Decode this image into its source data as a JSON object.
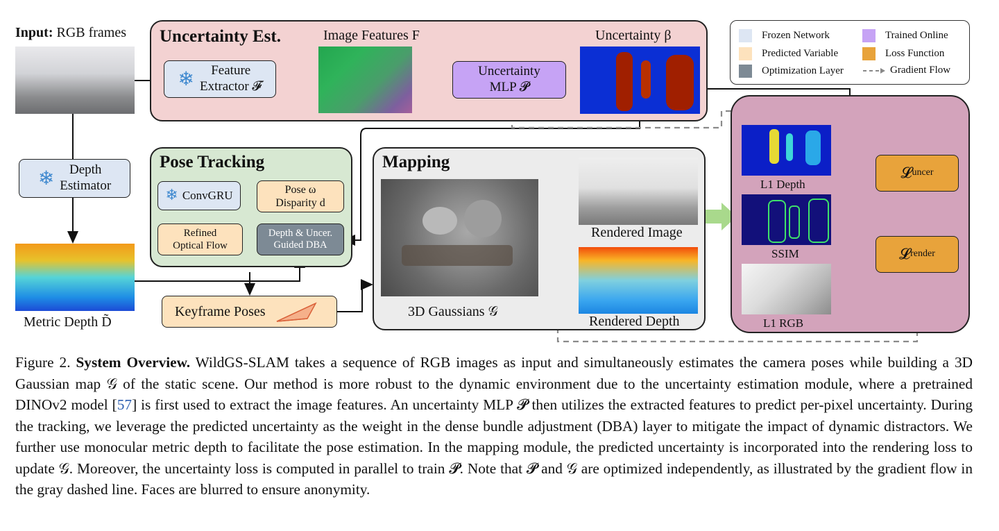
{
  "input": {
    "bold": "Input:",
    "text": " RGB frames"
  },
  "metric_depth_label": "Metric Depth  D̃",
  "depth_estimator": {
    "line1": "Depth",
    "line2": "Estimator"
  },
  "uncertainty_panel": {
    "title": "Uncertainty Est.",
    "feature_extractor": {
      "line1": "Feature",
      "line2": "Extractor 𝓕"
    },
    "image_features_label": "Image Features  F",
    "mlp": {
      "line1": "Uncertainty",
      "line2": "MLP  𝓟"
    },
    "uncertainty_label": "Uncertainty  β"
  },
  "pose_panel": {
    "title": "Pose Tracking",
    "convgru": "ConvGRU",
    "pose_disp": {
      "line1": "Pose ω",
      "line2": "Disparity d"
    },
    "refined": {
      "line1": "Refined",
      "line2": "Optical Flow"
    },
    "dba": {
      "line1": "Depth & Uncer.",
      "line2": "Guided DBA"
    }
  },
  "keyframe_poses": "Keyframe Poses",
  "mapping_panel": {
    "title": "Mapping",
    "gaussians_label": "3D Gaussians  𝒢",
    "rendered_image_label": "Rendered Image",
    "rendered_depth_label": "Rendered Depth"
  },
  "loss_panel": {
    "l1_depth": "L1 Depth",
    "ssim": "SSIM",
    "l1_rgb": "L1 RGB",
    "l_uncer": {
      "sym": "𝓛",
      "sub": "uncer"
    },
    "l_render": {
      "sym": "𝓛",
      "sub": "render"
    }
  },
  "legend": {
    "items": [
      {
        "label": "Frozen Network",
        "color": "#dde6f3"
      },
      {
        "label": "Trained Online",
        "color": "#c6a3f5"
      },
      {
        "label": "Predicted Variable",
        "color": "#fde2bd"
      },
      {
        "label": "Loss Function",
        "color": "#e8a33b"
      },
      {
        "label": "Optimization Layer",
        "color": "#7d8a95"
      },
      {
        "label": "Gradient Flow",
        "color": "#888888"
      }
    ]
  },
  "caption": {
    "fig": "Figure 2. ",
    "bold": "System Overview.",
    "part1": " WildGS-SLAM takes a sequence of RGB images as input and simultaneously estimates the camera poses while building a 3D Gaussian map 𝒢 of the static scene. Our method is more robust to the dynamic environment due to the uncertainty estimation module, where a pretrained DINOv2 model [",
    "cite": "57",
    "part2": "] is first used to extract the image features. An uncertainty MLP 𝓟 then utilizes the extracted features to predict per-pixel uncertainty. During the tracking, we leverage the predicted uncertainty as the weight in the dense bundle adjustment (DBA) layer to mitigate the impact of dynamic distractors. We further use monocular metric depth to facilitate the pose estimation. In the mapping module, the predicted uncertainty is incorporated into the rendering loss to update 𝒢. Moreover, the uncertainty loss is computed in parallel to train 𝓟. Note that 𝓟 and 𝒢 are optimized independently, as illustrated by the gradient flow in the gray dashed line. Faces are blurred to ensure anonymity."
  },
  "snowflake_glyph": "❄"
}
